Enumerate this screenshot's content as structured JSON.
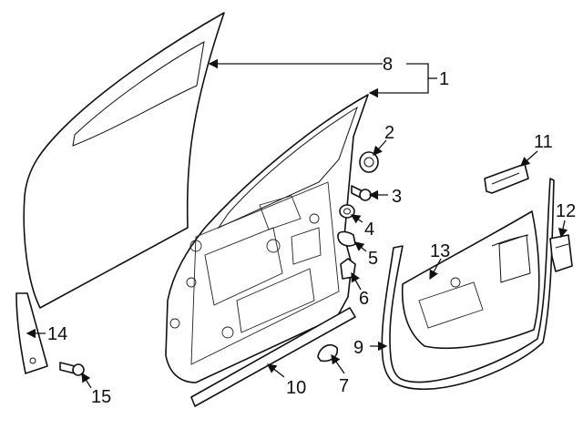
{
  "callouts": [
    {
      "id": "c1",
      "label": "1"
    },
    {
      "id": "c2",
      "label": "2"
    },
    {
      "id": "c3",
      "label": "3"
    },
    {
      "id": "c4",
      "label": "4"
    },
    {
      "id": "c5",
      "label": "5"
    },
    {
      "id": "c6",
      "label": "6"
    },
    {
      "id": "c7",
      "label": "7"
    },
    {
      "id": "c8",
      "label": "8"
    },
    {
      "id": "c9",
      "label": "9"
    },
    {
      "id": "c10",
      "label": "10"
    },
    {
      "id": "c11",
      "label": "11"
    },
    {
      "id": "c12",
      "label": "12"
    },
    {
      "id": "c13",
      "label": "13"
    },
    {
      "id": "c14",
      "label": "14"
    },
    {
      "id": "c15",
      "label": "15"
    }
  ],
  "colors": {
    "line": "#111111",
    "background": "#ffffff"
  }
}
